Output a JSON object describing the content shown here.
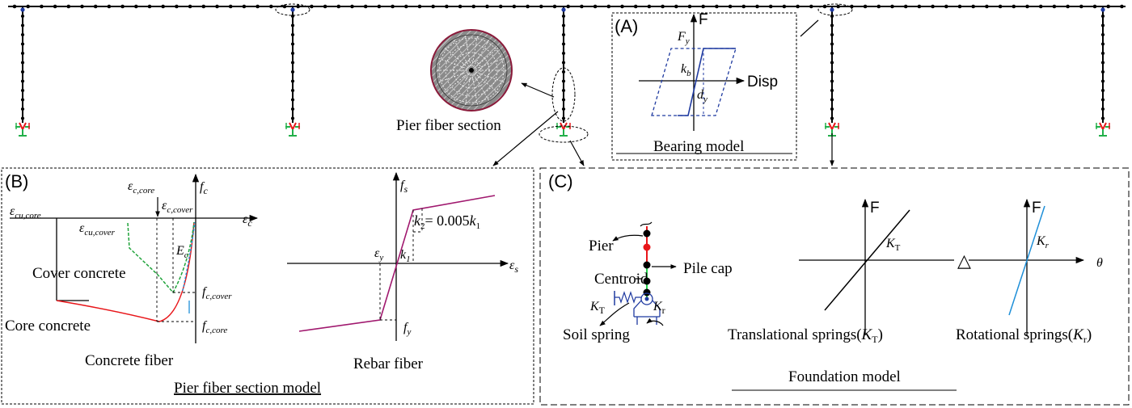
{
  "panels": {
    "a": "(A)",
    "b": "(B)",
    "c": "(C)"
  },
  "top": {
    "pier_fiber_section": "Pier fiber section"
  },
  "bearing": {
    "force_axis": "F",
    "disp_axis": "Disp",
    "fy": "F",
    "fy_sub": "y",
    "kb": "k",
    "kb_sub": "b",
    "dy": "d",
    "dy_sub": "y",
    "caption": "Bearing model"
  },
  "concrete": {
    "fc": "f",
    "fc_sub": "c",
    "eps_c": "ε",
    "eps_c_sub": "c",
    "eps_cu_core": "ε",
    "eps_cu_core_sub": "cu,core",
    "eps_c_core": "ε",
    "eps_c_core_sub": "c,core",
    "eps_c_cover": "ε",
    "eps_c_cover_sub": "c,cover",
    "eps_cu_cover": "ε",
    "eps_cu_cover_sub": "cu,cover",
    "ec": "E",
    "ec_sub": "c",
    "fc_cover": "f",
    "fc_cover_sub": "c,cover",
    "fc_core": "f",
    "fc_core_sub": "c,core",
    "cover_label": "Cover concrete",
    "core_label": "Core concrete",
    "caption": "Concrete fiber"
  },
  "rebar": {
    "fs": "f",
    "fs_sub": "s",
    "eps_s": "ε",
    "eps_s_sub": "s",
    "eps_y": "ε",
    "eps_y_sub": "y",
    "k1": "k",
    "k1_sub": "1",
    "k2": "k",
    "k2_sub": "2",
    "k2_eq": "= 0.005",
    "k2_eq_k": "k",
    "k2_eq_sub": "1",
    "fy": "f",
    "fy_sub": "y",
    "caption": "Rebar fiber"
  },
  "section_title": "Pier fiber section model",
  "foundation": {
    "pier": "Pier",
    "centroid": "Centroid",
    "pile_cap": "Pile cap",
    "kt": "K",
    "kt_sub": "T",
    "kr": "K",
    "kr_sub": "r",
    "soil_spring": "Soil spring",
    "trans_f": "F",
    "trans_k": "K",
    "trans_k_sub": "T",
    "trans_disp_symbol": "△",
    "rot_f": "F",
    "rot_k": "K",
    "rot_k_sub": "r",
    "rot_theta": "θ",
    "trans_caption": "Translational springs(",
    "trans_caption_k": "K",
    "trans_caption_sub": "T",
    "trans_caption_end": ")",
    "rot_caption": "Rotational springs(",
    "rot_caption_k": "K",
    "rot_caption_sub": "r",
    "rot_caption_end": ")",
    "caption": "Foundation model"
  },
  "colors": {
    "red": "#e8161a",
    "green": "#22b04a",
    "green_dash": "#1fa33a",
    "blue": "#1f3aa0",
    "purple": "#a0186e",
    "cyan": "#1e8fd8",
    "bright_green": "#22d14a"
  }
}
